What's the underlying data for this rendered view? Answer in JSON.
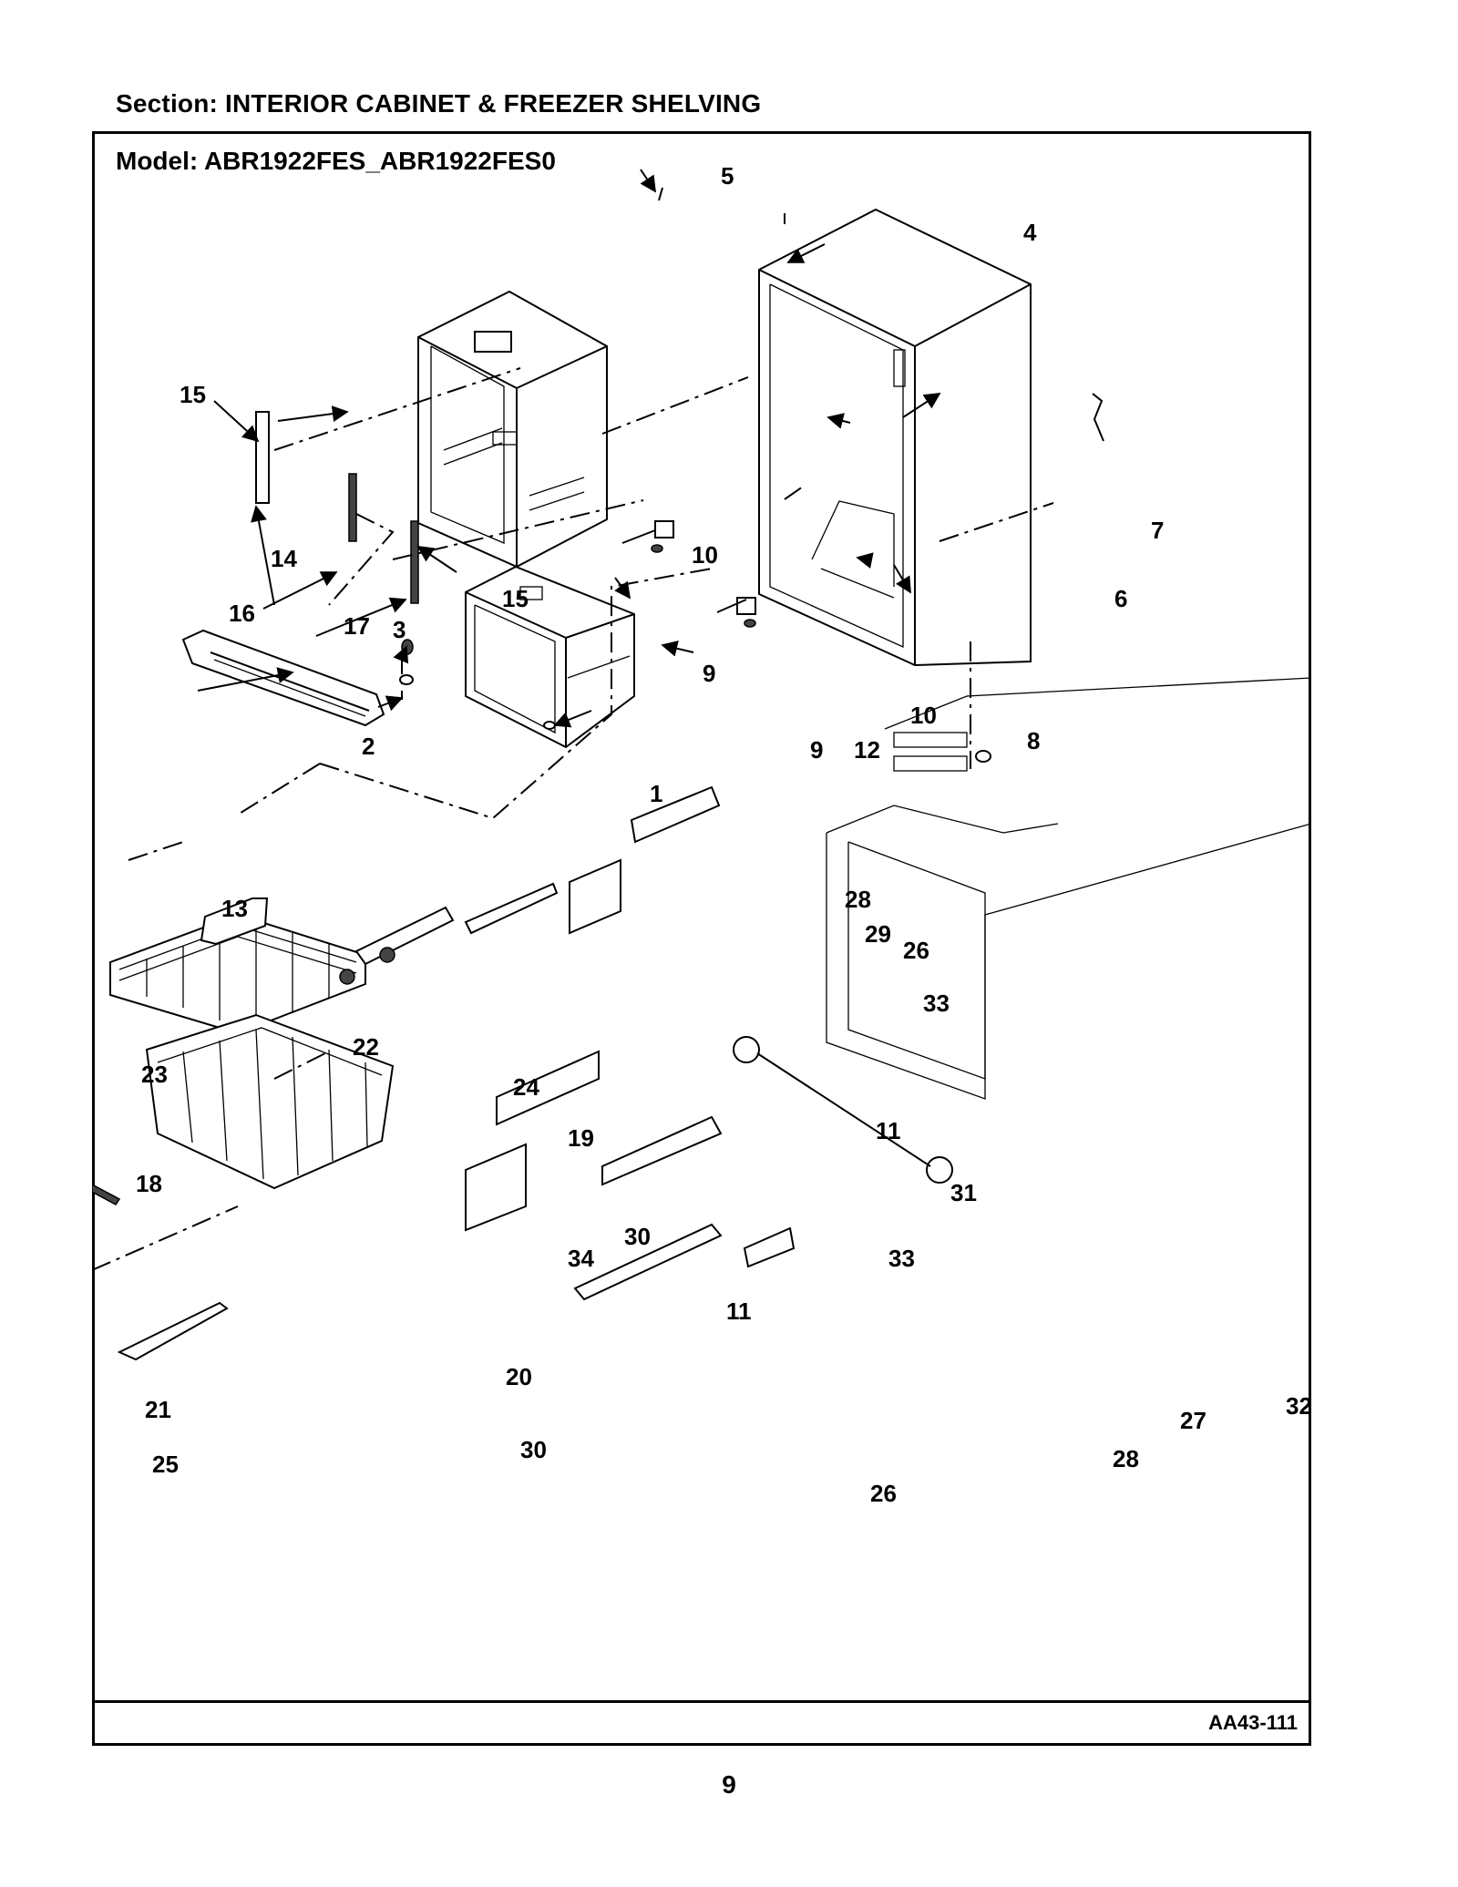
{
  "header": {
    "section_title": "Section:  INTERIOR CABINET & FREEZER SHELVING",
    "model_title": "Model:  ABR1922FES_ABR1922FES0"
  },
  "footer": {
    "diagram_code": "AA43-111",
    "page_number": "9"
  },
  "callouts": {
    "c1": "1",
    "c2": "2",
    "c3": "3",
    "c4": "4",
    "c5": "5",
    "c6": "6",
    "c7": "7",
    "c8": "8",
    "c9a": "9",
    "c9b": "9",
    "c10a": "10",
    "c10b": "10",
    "c11a": "11",
    "c11b": "11",
    "c12": "12",
    "c13": "13",
    "c14": "14",
    "c15a": "15",
    "c15b": "15",
    "c16": "16",
    "c17": "17",
    "c18": "18",
    "c19": "19",
    "c20": "20",
    "c21": "21",
    "c22": "22",
    "c23": "23",
    "c24": "24",
    "c25": "25",
    "c26a": "26",
    "c26b": "26",
    "c27": "27",
    "c28a": "28",
    "c28b": "28",
    "c29": "29",
    "c30a": "30",
    "c30b": "30",
    "c31": "31",
    "c32": "32",
    "c33a": "33",
    "c33b": "33",
    "c34": "34"
  }
}
